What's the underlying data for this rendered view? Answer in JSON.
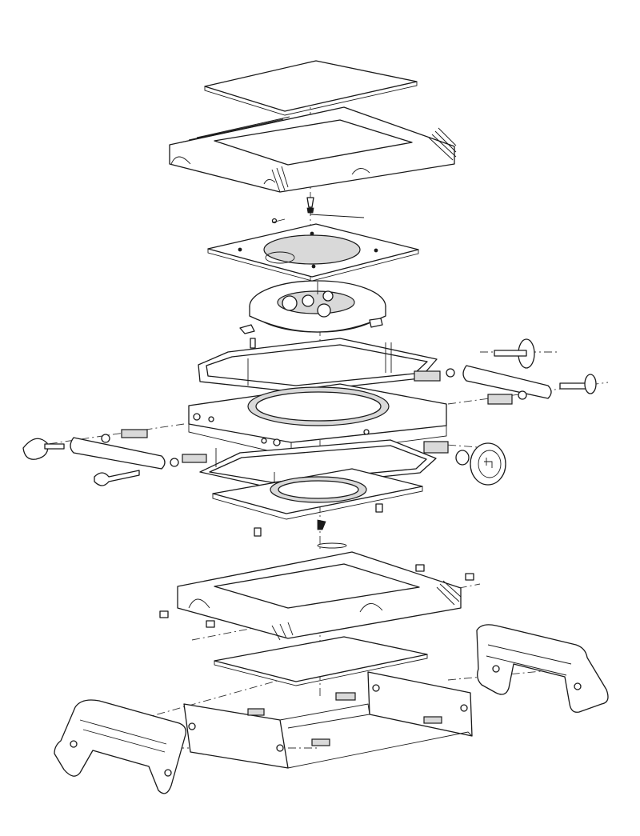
{
  "diagram": {
    "type": "exploded-assembly-line-drawing",
    "colors": {
      "line": "#1a1a1a",
      "fill": "#ffffff",
      "shade": "#d9d9d9"
    },
    "components": [
      "top-glass-plate",
      "top-frame-housing",
      "top-screws",
      "dial-plate",
      "movement",
      "upper-gasket",
      "central-case-block",
      "left-pusher-assembly",
      "right-pusher-assembly",
      "crown-gear",
      "lower-gasket",
      "lower-plate",
      "bottom-frame-housing",
      "bottom-glass-plate",
      "base-bracket",
      "left-lug-handle",
      "right-lug-handle"
    ]
  }
}
